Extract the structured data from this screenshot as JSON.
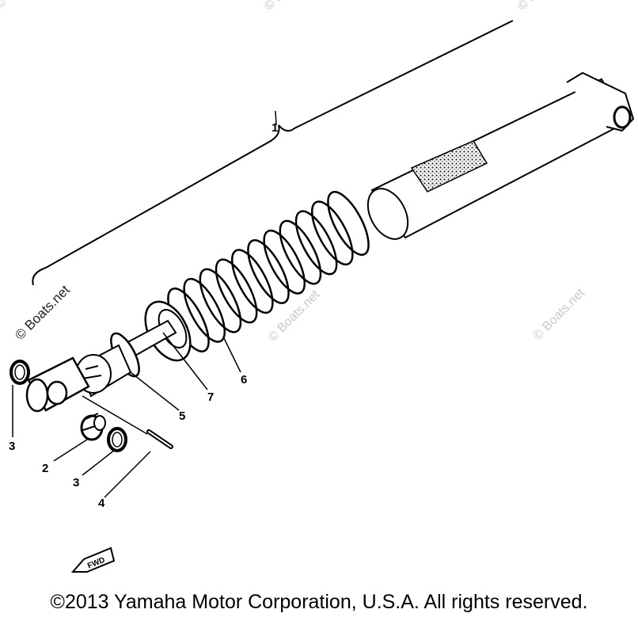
{
  "watermark": "© Boats.net",
  "callouts": {
    "p1": "1",
    "p2": "2",
    "p3a": "3",
    "p3b": "3",
    "p4": "4",
    "p5": "5",
    "p6": "6",
    "p7": "7"
  },
  "fwd_label": "FWD",
  "copyright": "©2013 Yamaha Motor Corporation, U.S.A. All rights reserved."
}
